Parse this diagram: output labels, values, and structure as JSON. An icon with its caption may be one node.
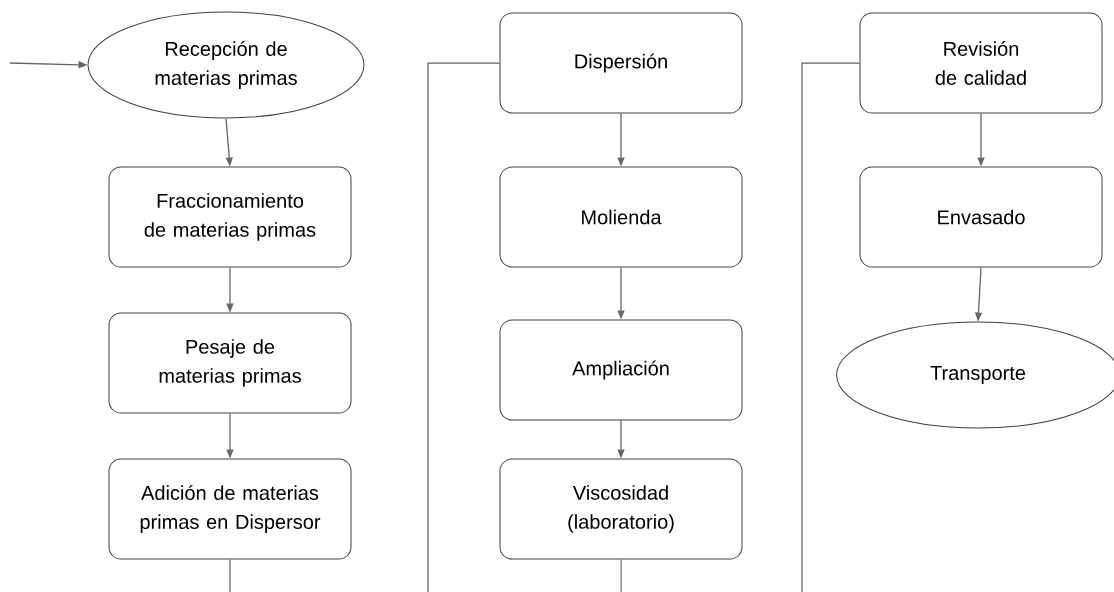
{
  "diagram": {
    "nodes": [
      {
        "text": [
          "Recepción de materias primas"
        ]
      },
      {
        "text": [
          "Fraccionamiento de materias primas"
        ]
      },
      {
        "text": [
          "Pesaje de materias primas"
        ]
      },
      {
        "text": [
          "Adición de materias primas en Dispersor"
        ]
      },
      {
        "text": [
          "Dispersión"
        ]
      },
      {
        "text": [
          "Molienda"
        ]
      },
      {
        "text": [
          "Ampliación"
        ]
      },
      {
        "text": [
          "Viscosidad (laboratorio)"
        ]
      },
      {
        "text": [
          "Revisión de calidad"
        ]
      },
      {
        "text": [
          "Envasado"
        ]
      },
      {
        "text": [
          "Transporte"
        ]
      }
    ],
    "edges": [
      {
        "from": null,
        "to": 0,
        "arrow": "to"
      },
      {
        "from": 0,
        "to": 1,
        "arrow": "to"
      },
      {
        "from": 1,
        "to": 2,
        "arrow": "to"
      },
      {
        "from": 2,
        "to": 3,
        "arrow": "to"
      },
      {
        "from": 3,
        "to": 4,
        "arrow": "none"
      },
      {
        "from": 4,
        "to": 5,
        "arrow": "to"
      },
      {
        "from": 5,
        "to": 6,
        "arrow": "to"
      },
      {
        "from": 6,
        "to": 7,
        "arrow": "to"
      },
      {
        "from": 7,
        "to": 8,
        "arrow": "none"
      },
      {
        "from": 8,
        "to": 9,
        "arrow": "to"
      },
      {
        "from": 9,
        "to": 10,
        "arrow": "to"
      }
    ]
  }
}
